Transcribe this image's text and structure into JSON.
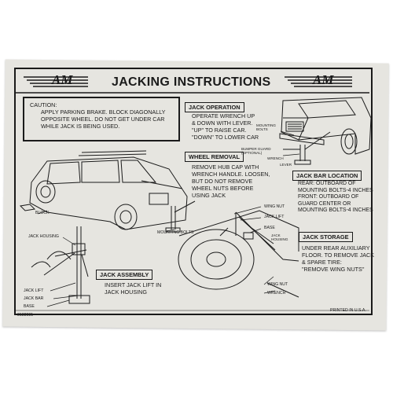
{
  "title": "JACKING INSTRUCTIONS",
  "logo": "AM",
  "caution": {
    "header": "CAUTION:",
    "text": "APPLY PARKING BRAKE. BLOCK DIAGONALLY\nOPPOSITE WHEEL. DO NOT GET UNDER CAR\nWHILE JACK IS BEING USED."
  },
  "jack_operation": {
    "header": "JACK OPERATION",
    "text": "OPERATE WRENCH UP\n& DOWN WITH LEVER.\n\"UP\" TO RAISE CAR.\n\"DOWN\" TO LOWER CAR"
  },
  "wheel_removal": {
    "header": "WHEEL REMOVAL",
    "text": "REMOVE HUB CAP WITH\nWRENCH HANDLE. LOOSEN,\nBUT DO NOT REMOVE\nWHEEL NUTS BEFORE\nUSING JACK"
  },
  "jack_bar_location": {
    "header": "JACK BAR LOCATION",
    "text": "REAR: OUTBOARD OF\nMOUNTING BOLTS-4 INCHES\nFRONT: OUTBOARD OF\nGUARD CENTER OR\nMOUNTING BOLTS-4 INCHES"
  },
  "jack_storage": {
    "header": "JACK STORAGE",
    "text": "UNDER REAR AUXILIARY\nFLOOR. TO REMOVE JACK\n& SPARE TIRE:\n\"REMOVE WING NUTS\""
  },
  "jack_assembly": {
    "header": "JACK ASSEMBLY",
    "text": "INSERT JACK LIFT IN\nJACK HOUSING"
  },
  "labels": {
    "mounting_bolts_front": "MOUNTING\nBOLTS",
    "bumper_guard": "BUMPER GUARD\n(OPTIONAL)",
    "wrench_front": "WRENCH",
    "lever": "LEVER",
    "block": "BLOCK",
    "mounting_bolts_rear": "MOUNTING BOLTS",
    "wing_nut": "WING NUT",
    "jack_lift_storage": "JACK LIFT",
    "base_storage": "BASE",
    "jack_housing_storage": "JACK\nHOUSING",
    "wing_nut_lower": "WING NUT",
    "wrench_lower": "WRENCH",
    "jack_housing_assembly": "JACK HOUSING",
    "jack_lift_assembly": "JACK LIFT",
    "jack_bar": "JACK BAR",
    "base_assembly": "BASE"
  },
  "part_number": "3188981",
  "printed_in": "PRINTED IN U.S.A."
}
